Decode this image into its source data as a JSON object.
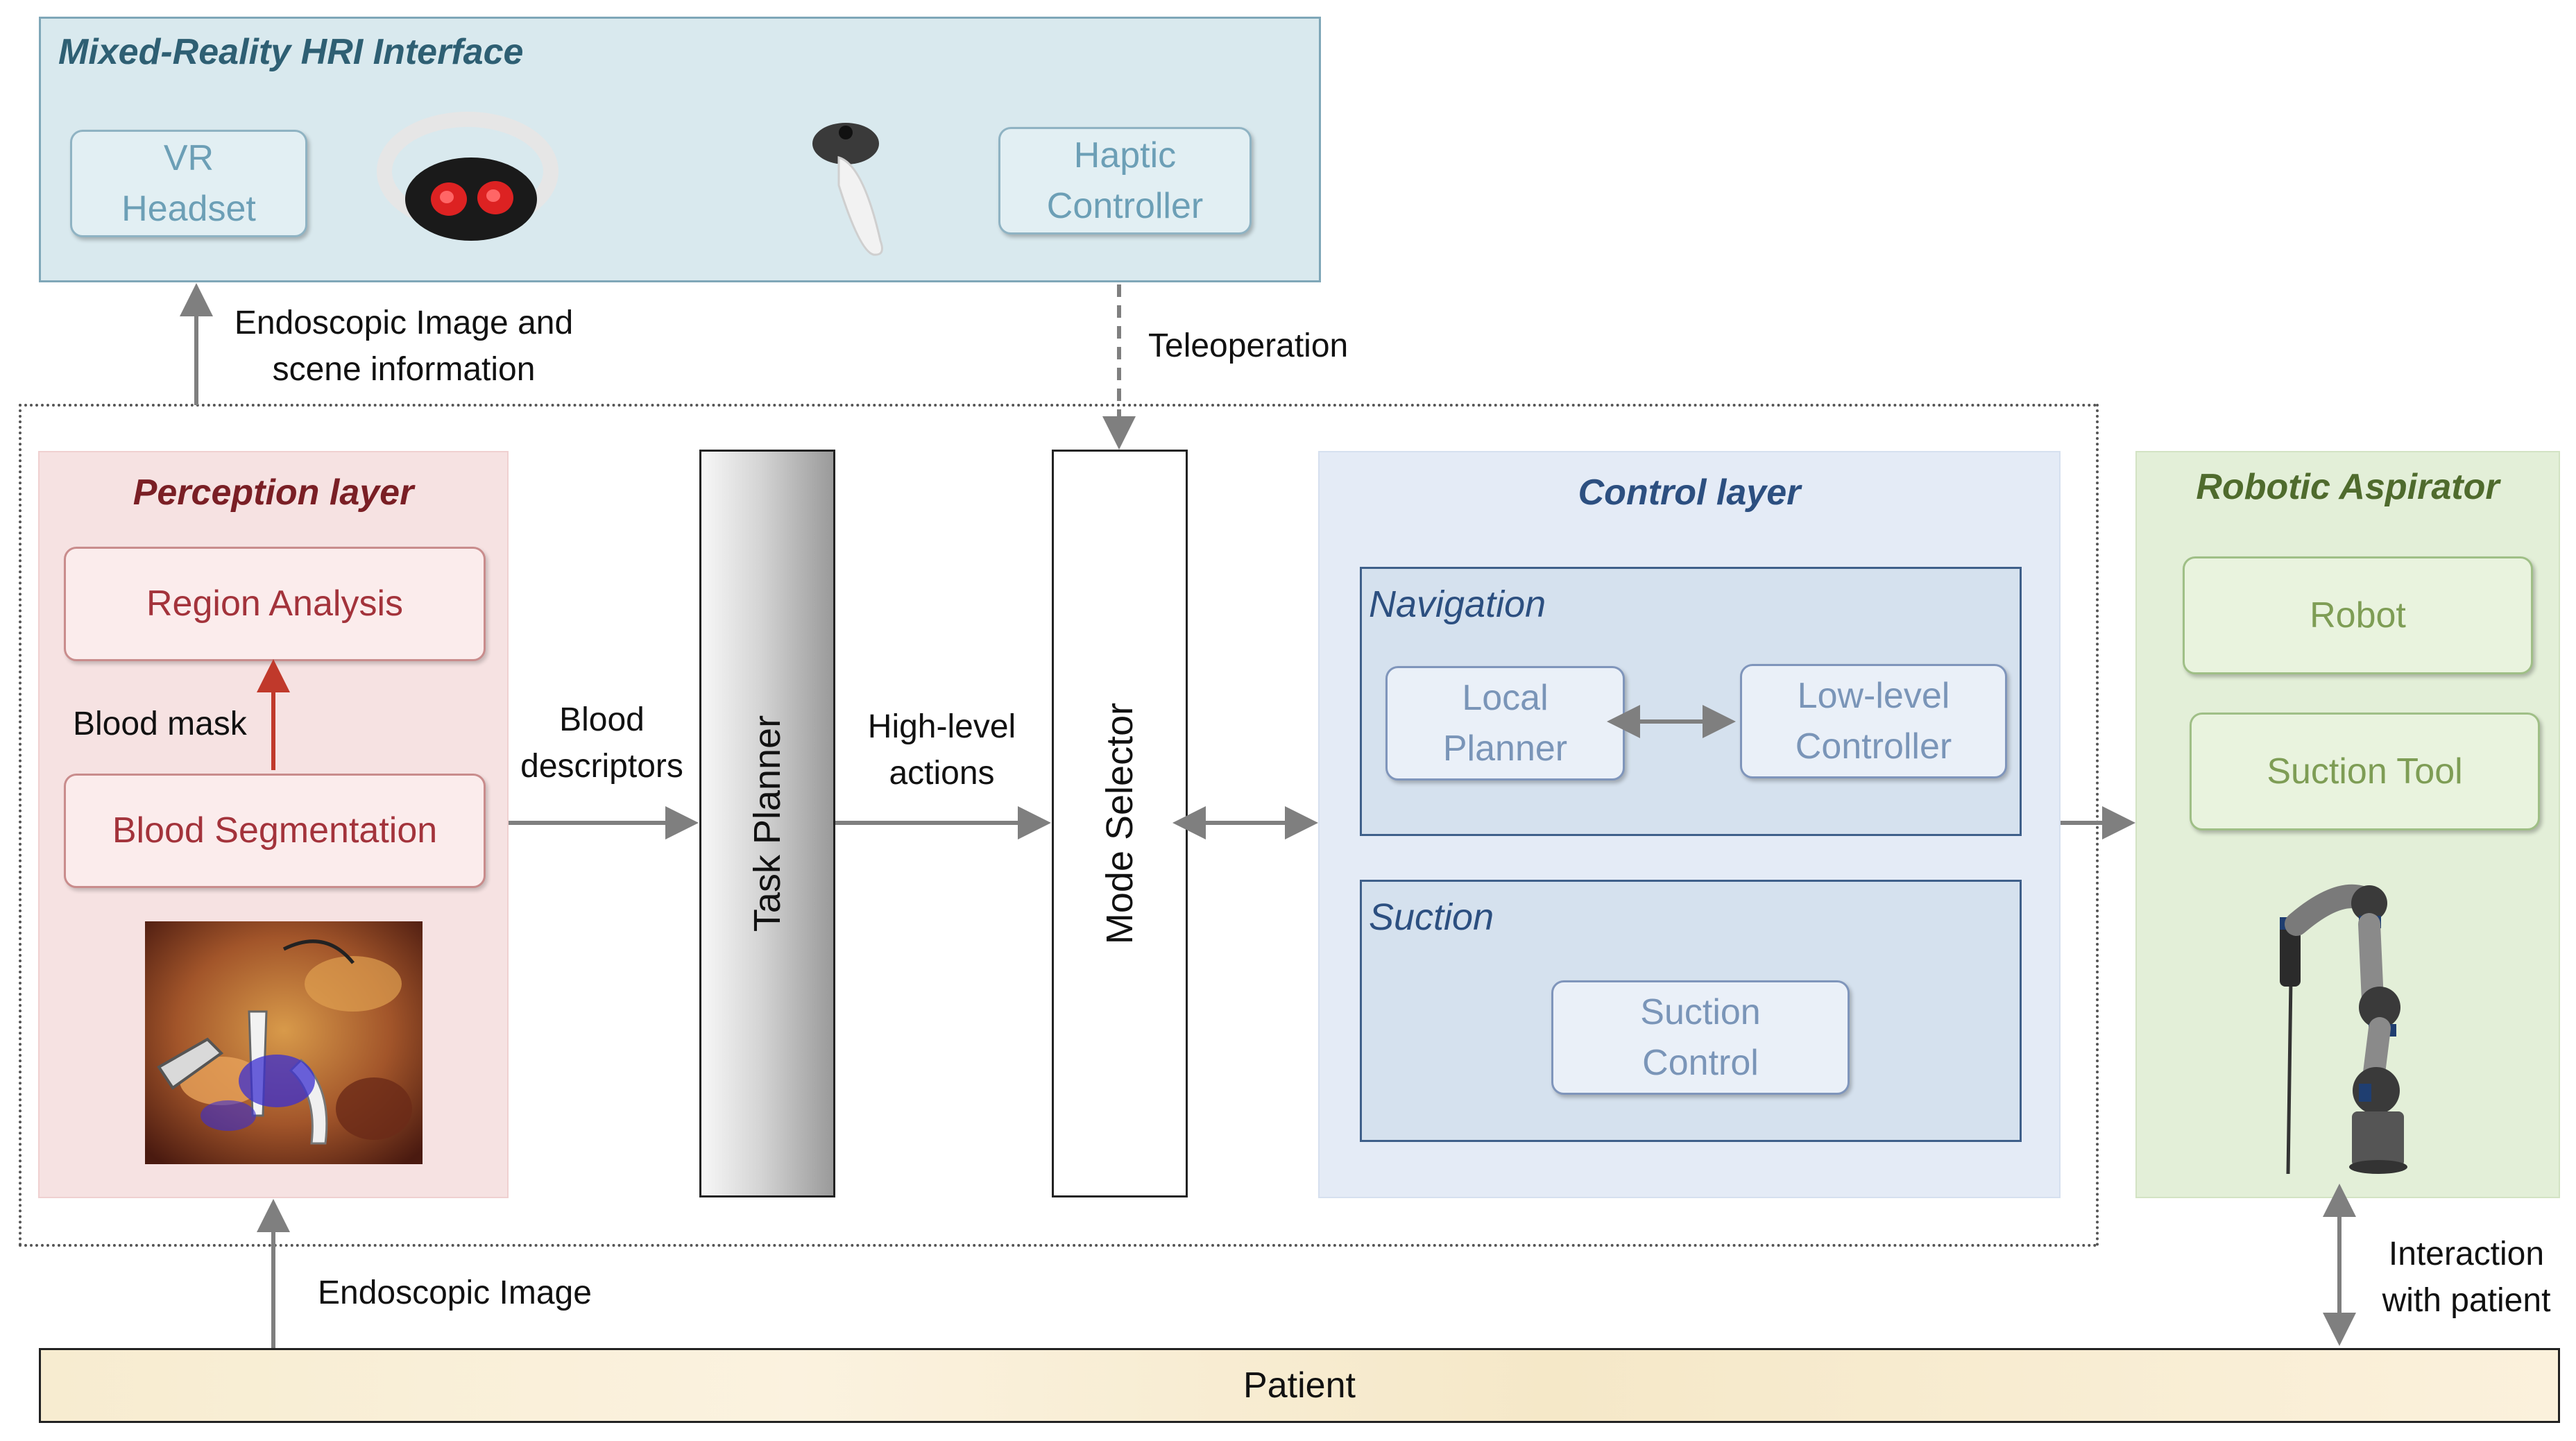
{
  "hri": {
    "title": "Mixed-Reality HRI Interface",
    "vr_headset": "VR\nHeadset",
    "haptic_controller": "Haptic\nController"
  },
  "labels": {
    "endoscopic_scene": "Endoscopic Image and\nscene information",
    "teleoperation": "Teleoperation",
    "blood_mask": "Blood mask",
    "blood_descriptors": "Blood\ndescriptors",
    "high_level_actions": "High-level\nactions",
    "endoscopic_image": "Endoscopic Image",
    "interaction": "Interaction\nwith patient"
  },
  "perception": {
    "title": "Perception layer",
    "region_analysis": "Region Analysis",
    "blood_segmentation": "Blood Segmentation"
  },
  "task_planner": "Task Planner",
  "mode_selector": "Mode Selector",
  "control": {
    "title": "Control layer",
    "navigation": {
      "title": "Navigation",
      "local_planner": "Local\nPlanner",
      "low_level_controller": "Low-level\nController"
    },
    "suction": {
      "title": "Suction",
      "suction_control": "Suction\nControl"
    }
  },
  "aspirator": {
    "title": "Robotic Aspirator",
    "robot": "Robot",
    "suction_tool": "Suction Tool"
  },
  "patient": "Patient",
  "colors": {
    "hri_title": "#2e5f73",
    "perception_title": "#7a1f25",
    "control_title": "#2c4f80",
    "aspirator_title": "#4f6b2d",
    "arrow": "#7f7f7f",
    "arrow_red": "#c0392b"
  }
}
